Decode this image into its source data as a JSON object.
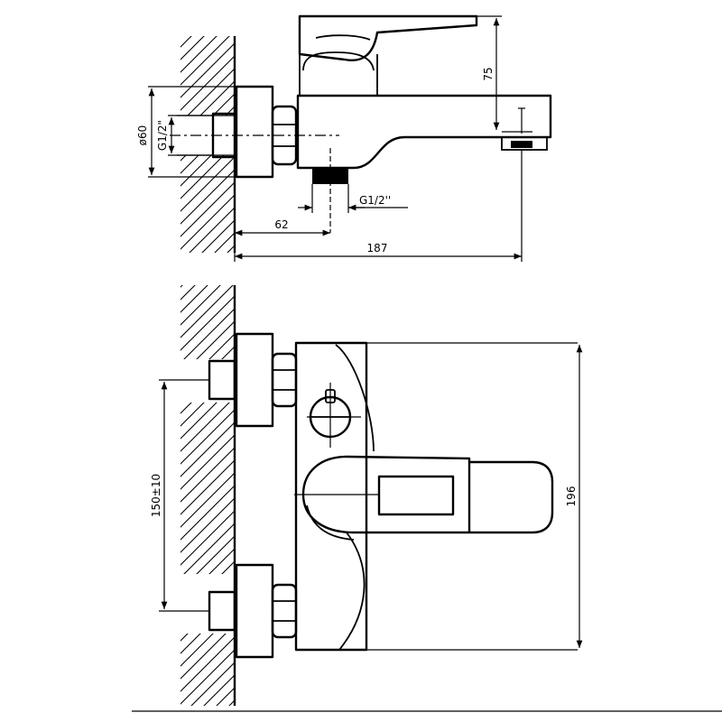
{
  "drawing": {
    "subject": "bath mixer faucet",
    "stroke_color": "#000000",
    "background_color": "#ffffff"
  },
  "dimensions": {
    "depth_total": "187",
    "wall_to_outlet": "62",
    "lever_height": "75",
    "flange_diameter": "ø60",
    "inlet_thread": "G1/2\"",
    "outlet_thread": "G1/2''",
    "inlet_spacing": "150±10",
    "body_height": "196"
  }
}
